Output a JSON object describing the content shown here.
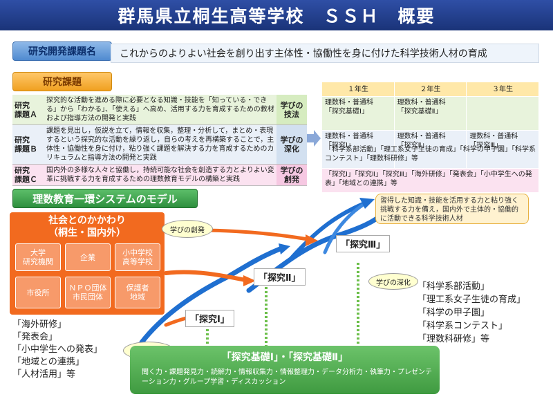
{
  "title": "群馬県立桐生高等学校　ＳＳＨ　概要",
  "theme": {
    "label": "研究開発課題名",
    "text": "これからのよりよい社会を創り出す主体性・協働性を身に付けた科学技術人材の育成"
  },
  "kadai": {
    "label": "研究課題",
    "rows": [
      {
        "name": "研究\n課題Ａ",
        "text": "探究的な活動を進める際に必要となる知識・技能を「知っている・できる」から「わかる」、「使える」へ高め、活用する力を育成するための教材および指導方法の開発と実践",
        "manabi": "学びの\n技法"
      },
      {
        "name": "研究\n課題Ｂ",
        "text": "課題を見出し，仮説を立て，情報を収集，整理・分析して，まとめ・表現するという探究的な活動を繰り返し，自らの考えを再構築することで，主体性・協働性を身に付け，粘り強く課題を解決する力を育成するためのカリキュラムと指導方法の開発と実践",
        "manabi": "学びの\n深化"
      },
      {
        "name": "研究\n課題Ｃ",
        "text": "国内外の多様な人々と協働し，持続可能な社会を創造する力とよりよい変革に挑戦する力を育成するための理数教育モデルの構築と実践",
        "manabi": "学びの\n創発"
      }
    ]
  },
  "years": {
    "headers": [
      "１年生",
      "２年生",
      "３年生"
    ],
    "rowA": [
      "理数科・普通科\n「探究基礎Ⅰ」",
      "理数科・普通科\n「探究基礎Ⅱ」",
      ""
    ],
    "rowB": [
      "理数科・普通科\n「探究Ⅰ」",
      "理数科・普通科\n「探究Ⅱ」",
      "理数科・普通科\n「探究Ⅲ」"
    ],
    "rowB_extra": "「科学系部活動」「理工系女子生徒の育成」「科学の甲子園」「科学系コンテスト」「理数科研修」等",
    "rowC": "「探究Ⅰ」「探究Ⅱ」「探究Ⅲ」「海外研修」「発表会」「小中学生への発表」「地域との連携」等"
  },
  "model": {
    "label": "理数教育一環システムのモデル",
    "society_title": "社会とのかかわり\n（桐生・国内外）",
    "boxes": [
      "大学\n研究機関",
      "企業",
      "小中学校\n高等学校",
      "市役所",
      "ＮＰＯ団体\n市民団体",
      "保護者\n地域"
    ],
    "left_list": [
      "「海外研修」",
      "「発表会」",
      "「小中学生への発表」",
      "「地域との連携」",
      "「人材活用」等"
    ],
    "right_list": [
      "「科学系部活動」",
      "「理工系女子生徒の育成」",
      "「科学の甲子園」",
      "「科学系コンテスト」",
      "「理数科研修」等"
    ],
    "bubble": "習得した知識・技能を活用する力と粘り強く挑戦する力を備え，国内外で主体的・協働的に活動できる科学技術人材",
    "tankyu1": "「探究Ⅰ」",
    "tankyu2": "「探究Ⅱ」",
    "tankyu3": "「探究Ⅲ」",
    "oval_soupatsu": "学びの創発",
    "oval_shinka": "学びの深化",
    "oval_gihou": "学びの技法",
    "green_title": "「探究基礎Ⅰ」・「探究基礎Ⅱ」",
    "green_text": "聞く力・課題発見力・読解力・情報収集力・情報整理力・データ分析力・執筆力・プレゼンテーション力・グループ学習・ディスカッション"
  },
  "colors": {
    "title_bg": "#1a3378",
    "orange": "#f26a1f",
    "green": "#3f9a40",
    "arrow_blue": "#1f6fd0",
    "arrow_orange": "#f26a1f"
  }
}
